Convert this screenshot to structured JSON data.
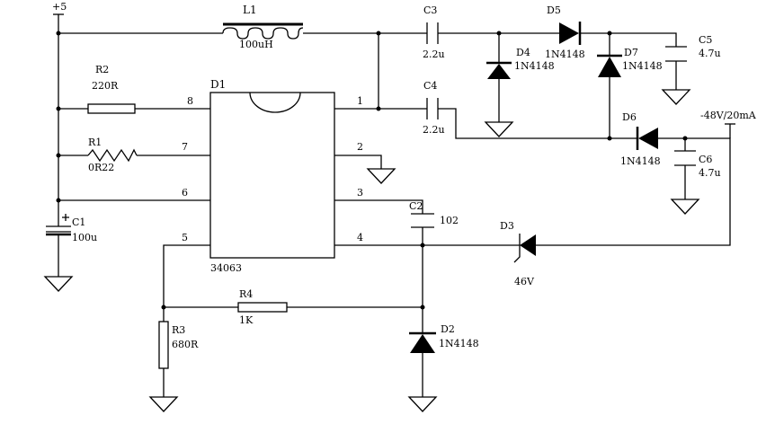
{
  "supply_label": "+5",
  "output_label": "-48V/20mA",
  "ic": {
    "ref": "D1",
    "part": "34063",
    "pins": {
      "p1": "1",
      "p2": "2",
      "p3": "3",
      "p4": "4",
      "p5": "5",
      "p6": "6",
      "p7": "7",
      "p8": "8"
    }
  },
  "components": {
    "L1": {
      "ref": "L1",
      "value": "100uH"
    },
    "R2": {
      "ref": "R2",
      "value": "220R"
    },
    "R1": {
      "ref": "R1",
      "value": "0R22"
    },
    "R3": {
      "ref": "R3",
      "value": "680R"
    },
    "R4": {
      "ref": "R4",
      "value": "1K"
    },
    "C1": {
      "ref": "C1",
      "value": "100u"
    },
    "C2": {
      "ref": "C2",
      "value": "102"
    },
    "C3": {
      "ref": "C3",
      "value": "2.2u"
    },
    "C4": {
      "ref": "C4",
      "value": "2.2u"
    },
    "C5": {
      "ref": "C5",
      "value": "4.7u"
    },
    "C6": {
      "ref": "C6",
      "value": "4.7u"
    },
    "D2": {
      "ref": "D2",
      "value": "1N4148"
    },
    "D3": {
      "ref": "D3",
      "value": "46V"
    },
    "D4": {
      "ref": "D4",
      "value": "1N4148"
    },
    "D5": {
      "ref": "D5",
      "value": "1N4148"
    },
    "D6": {
      "ref": "D6",
      "value": "1N4148"
    },
    "D7": {
      "ref": "D7",
      "value": "1N4148"
    }
  }
}
